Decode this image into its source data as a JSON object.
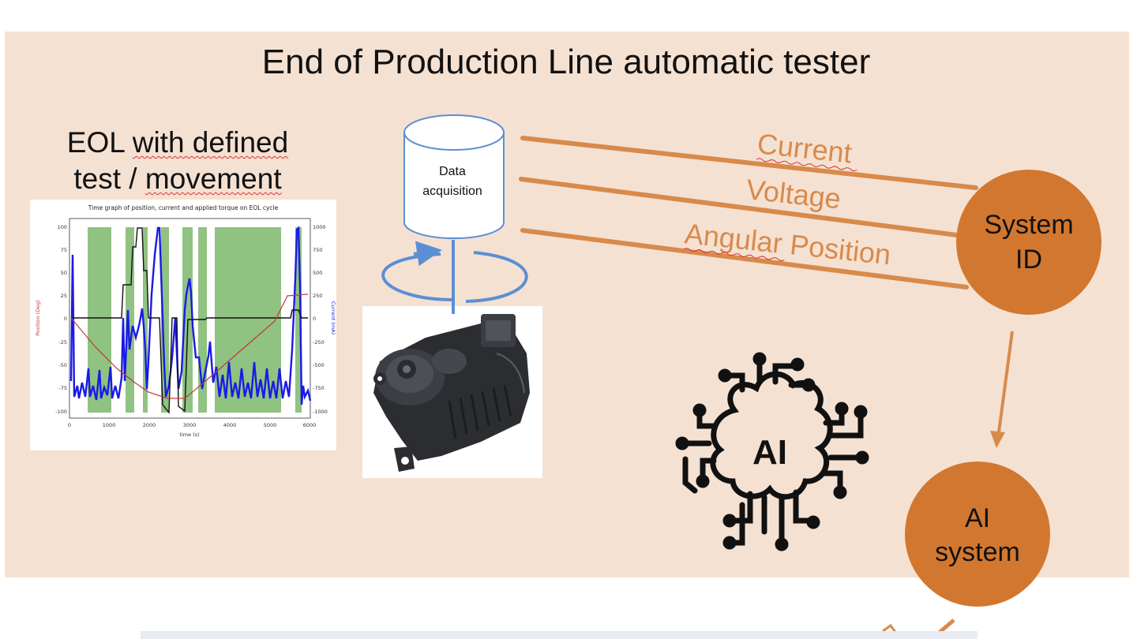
{
  "title": "End of Production Line automatic tester",
  "eol_label": {
    "line1_a": "EOL ",
    "line1_b": "with defined",
    "line2_a": "test / ",
    "line2_b": "movement"
  },
  "data_acquisition": {
    "line1": "Data",
    "line2": "acquisition"
  },
  "signals": [
    "Current",
    "Voltage",
    "Angular Position"
  ],
  "system_id": {
    "line1": "System",
    "line2": "ID"
  },
  "ai_system": {
    "line1": "AI",
    "line2": "system"
  },
  "ai_icon_text": "AI",
  "colors": {
    "panel": "#f5e1d2",
    "accent": "#d88a4b",
    "circle": "#d2772f",
    "rotate_arrow": "#5b8fd4",
    "graph_band": "#90c282"
  },
  "graph": {
    "title": "Time graph of position, current and applied torque on EOL cycle",
    "xlabel": "time (s)",
    "ylabel_left": "Position (Deg)",
    "ylabel_right": "Current (mA)",
    "x_ticks": [
      "0",
      "1000",
      "2000",
      "3000",
      "4000",
      "5000",
      "6000"
    ],
    "y_ticks_left": [
      "100",
      "75",
      "50",
      "25",
      "0",
      "-25",
      "-50",
      "-75",
      "-100"
    ],
    "y_ticks_right": [
      "1000",
      "750",
      "500",
      "250",
      "0",
      "-250",
      "-500",
      "-750",
      "-1000"
    ]
  }
}
